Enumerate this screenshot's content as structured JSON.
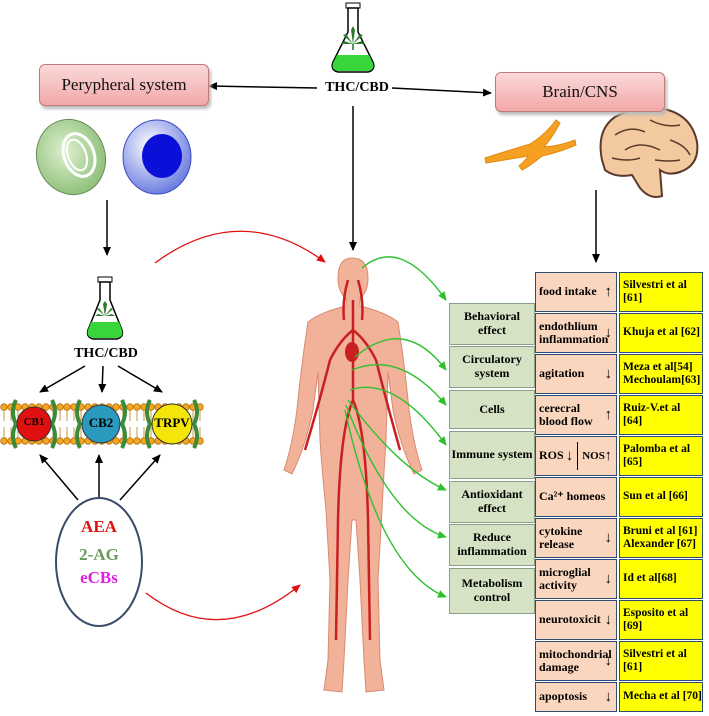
{
  "top": {
    "compound": "THC/CBD",
    "left_box": "Perypheral system",
    "right_box": "Brain/CNS"
  },
  "peripheral": {
    "compound": "THC/CBD",
    "receptors": [
      {
        "label": "CB1",
        "color": "#e01010"
      },
      {
        "label": "CB2",
        "color": "#2a9bbf"
      },
      {
        "label": "TRPV",
        "color": "#f5e60a"
      }
    ],
    "ligands": [
      {
        "label": "AEA",
        "color": "#e01010"
      },
      {
        "label": "2-AG",
        "color": "#6a9a5a"
      },
      {
        "label": "eCBs",
        "color": "#e020e0"
      }
    ]
  },
  "effects": [
    "Behavioral effect",
    "Circulatory system",
    "Cells",
    "Immune system",
    "Antioxidant effect",
    "Reduce inflammation",
    "Metabolism control"
  ],
  "cns_effects": [
    {
      "label": "food intake",
      "dir": "↑",
      "ref": "Silvestri et al [61]"
    },
    {
      "label": "endothlium inflammation",
      "dir": "↓",
      "ref": "Khuja et al [62]"
    },
    {
      "label": "agitation",
      "dir": "↓",
      "ref": "Meza et al[54] Mechoulam[63]"
    },
    {
      "label": "cerecral blood flow",
      "dir": "↑",
      "ref": "Ruiz-V.et al [64]"
    },
    {
      "label": "ROS",
      "dir": "↓",
      "label2": "NOS",
      "dir2": "↑",
      "ref": "Palomba et al [65]"
    },
    {
      "label": "Ca²⁺ homeos",
      "dir": "",
      "ref": "Sun et al [66]"
    },
    {
      "label": "cytokine release",
      "dir": "↓",
      "ref": "Bruni et al [61] Alexander [67]"
    },
    {
      "label": "microglial activity",
      "dir": "↓",
      "ref": "Id et al[68]"
    },
    {
      "label": "neurotoxicit",
      "dir": "↓",
      "ref": "Esposito et al [69]"
    },
    {
      "label": "mitochondrial damage",
      "dir": "↓",
      "ref": "Silvestri et al [61]"
    },
    {
      "label": "apoptosis",
      "dir": "↓",
      "ref": "Mecha et al [70]"
    }
  ]
}
